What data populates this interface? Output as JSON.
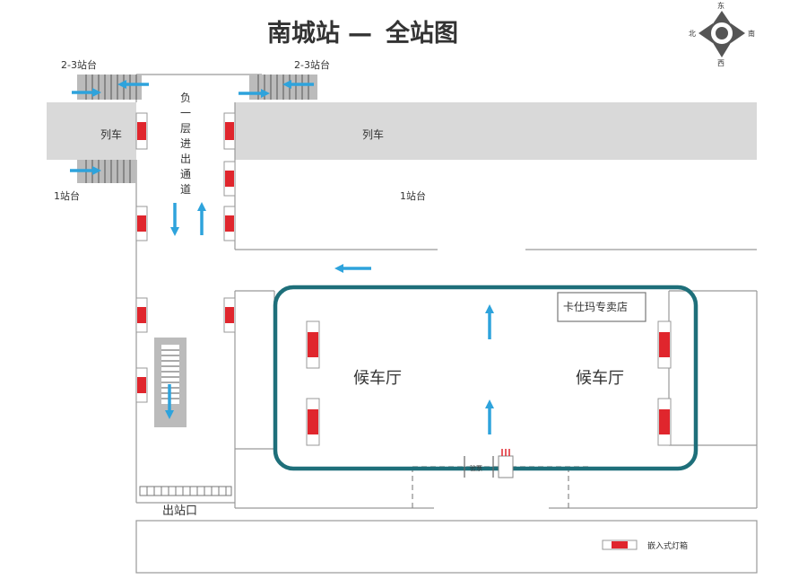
{
  "title": {
    "station": "南城站",
    "sep": "—",
    "subtitle": "全站图"
  },
  "compass": {
    "east": "东",
    "west": "西",
    "south": "南",
    "north": "北"
  },
  "platforms": {
    "platform_23_left": "2-3站台",
    "platform_23_right": "2-3站台",
    "platform_1_left": "1站台",
    "platform_1_right": "1站台"
  },
  "train": {
    "left": "列车",
    "right": "列车"
  },
  "corridor": {
    "chars": [
      "负",
      "一",
      "层",
      "进",
      "出",
      "通",
      "道"
    ]
  },
  "halls": {
    "left": "候车厅",
    "right": "候车厅"
  },
  "shop": "卡仕玛专卖店",
  "exit": "出站口",
  "gate": "验票",
  "legend": "嵌入式灯箱",
  "colors": {
    "accent_red": "#e0262d",
    "arrow_blue": "#2ea3dc",
    "hall_border": "#1e6f7a",
    "title_red": "#e0262d",
    "title_dark": "#444444",
    "track_gray": "#d9d9d9"
  }
}
